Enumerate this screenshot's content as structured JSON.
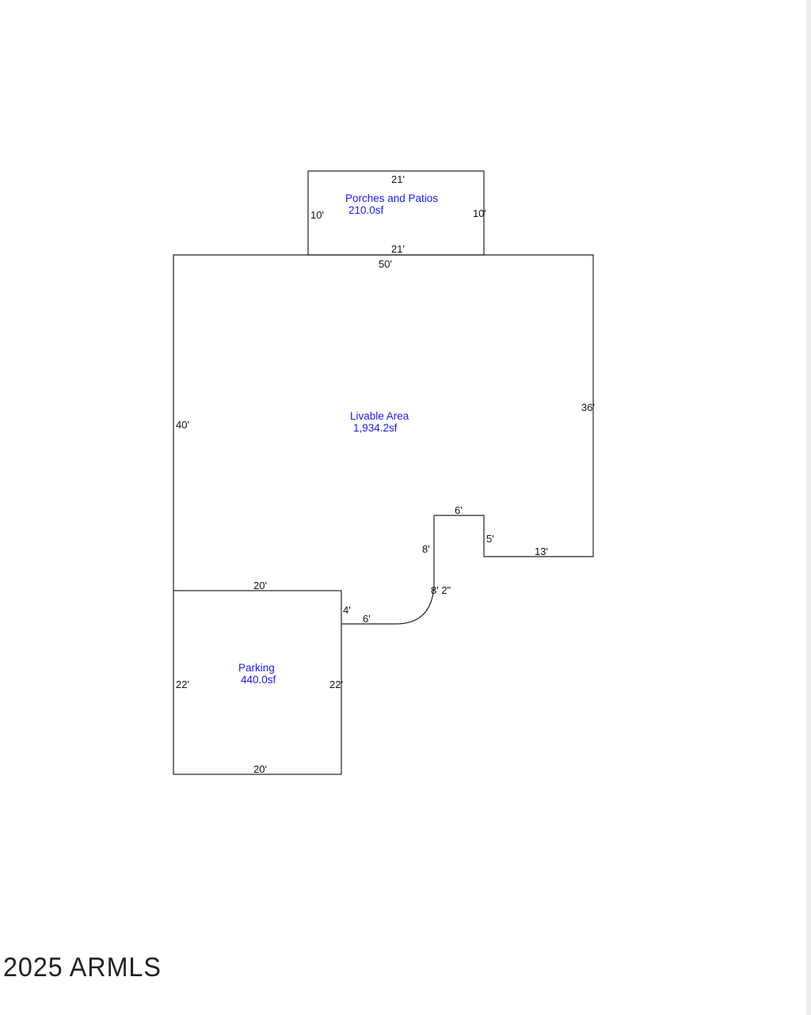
{
  "rooms": {
    "porch": {
      "name": "Porches and Patios",
      "area": "210.0sf",
      "top": "21'",
      "bottom": "21'",
      "left": "10'",
      "right": "10'"
    },
    "livable": {
      "name": "Livable Area",
      "area": "1,934.2sf",
      "top": "50'",
      "right": "36'",
      "left": "40'",
      "notch_top": "6'",
      "notch_right": "5'",
      "notch_bottom": "13'",
      "notch_left": "8'",
      "curve": "8' 2\"",
      "link": "6'",
      "link_side": "4'"
    },
    "parking": {
      "name": "Parking",
      "area": "440.0sf",
      "top": "20'",
      "bottom": "20'",
      "left": "22'",
      "right": "22'"
    }
  },
  "watermark": "2025 ARMLS"
}
